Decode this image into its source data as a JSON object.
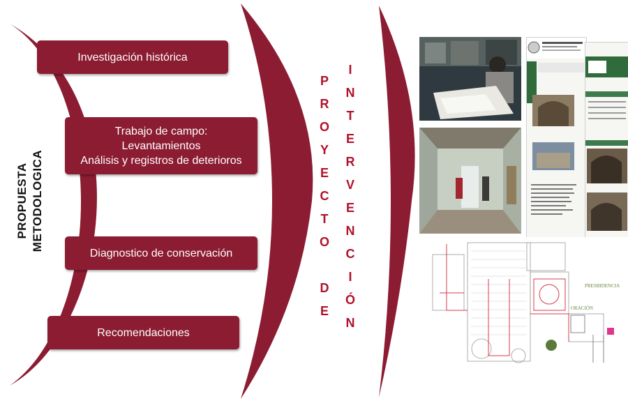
{
  "side_title": {
    "line1": "PROPUESTA",
    "line2": "METODOLOGICA"
  },
  "steps": [
    {
      "lines": [
        "Investigación histórica"
      ]
    },
    {
      "lines": [
        "Trabajo de campo:",
        "Levantamientos",
        "Análisis y registros de deterioros"
      ]
    },
    {
      "lines": [
        "Diagnostico de conservación"
      ]
    },
    {
      "lines": [
        "Recomendaciones"
      ]
    }
  ],
  "project_word_left": [
    "P",
    "R",
    "O",
    "Y",
    "E",
    "C",
    "T",
    "O",
    "",
    "D",
    "E"
  ],
  "project_word_right": [
    "I",
    "N",
    "T",
    "E",
    "R",
    "V",
    "E",
    "N",
    "C",
    "I",
    "Ó",
    "N"
  ],
  "plan_labels": {
    "presbiterio": "PRESBIDENCIA",
    "lagoracion": "ORACIÓN"
  },
  "colors": {
    "accent": "#8c1c32",
    "title_red": "#b0122b"
  }
}
